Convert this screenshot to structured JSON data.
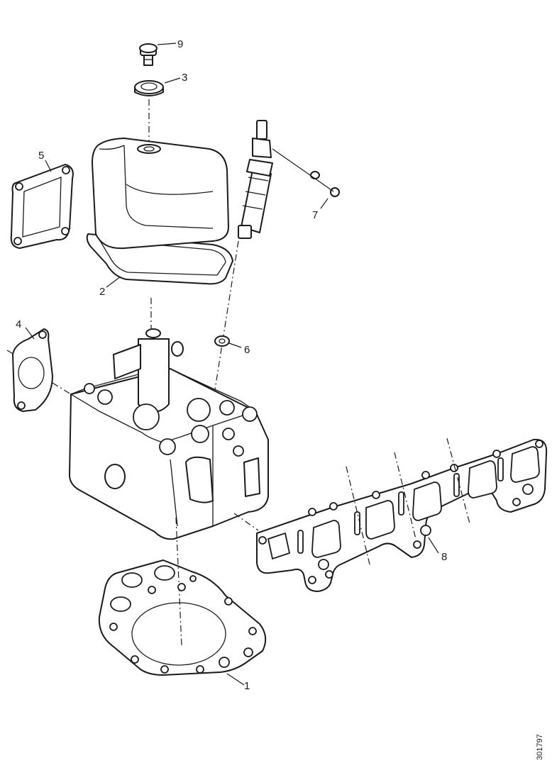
{
  "callouts": {
    "c1": "1",
    "c2": "2",
    "c3": "3",
    "c4": "4",
    "c5": "5",
    "c6": "6",
    "c7": "7",
    "c8": "8",
    "c9": "9"
  },
  "reference_number": "301797",
  "line_color": "#1a1a1a"
}
